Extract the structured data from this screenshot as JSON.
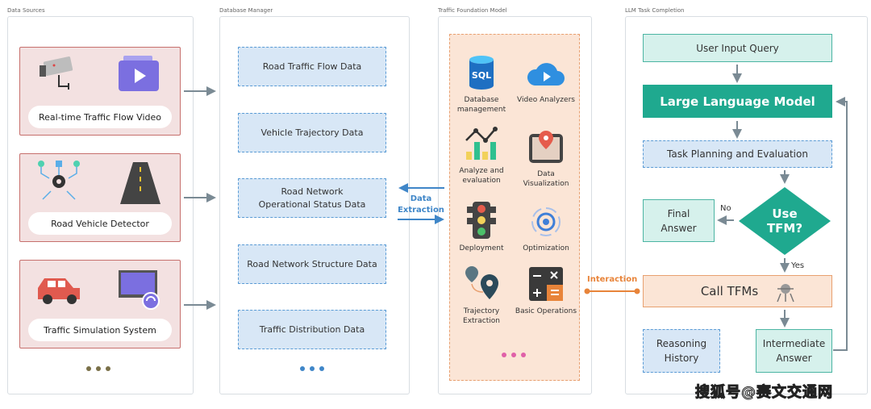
{
  "panels": {
    "data_sources": "Data Sources",
    "database_manager": "Database Manager",
    "traffic_foundation_model": "Traffic Foundation Model",
    "llm_task_completion": "LLM Task Completion"
  },
  "sources": [
    {
      "label": "Real-time Traffic Flow Video",
      "icons": [
        "cctv-camera-icon",
        "video-play-icon"
      ]
    },
    {
      "label": "Road Vehicle Detector",
      "icons": [
        "gear-network-icon",
        "road-icon"
      ]
    },
    {
      "label": "Traffic Simulation System",
      "icons": [
        "car-icon",
        "monitor-sync-icon"
      ]
    }
  ],
  "database": [
    "Road Traffic Flow Data",
    "Vehicle Trajectory Data",
    "Road Network Operational Status Data",
    "Road Network Structure Data",
    "Traffic Distribution Data"
  ],
  "data_extraction": "Data Extraction",
  "interaction": "Interaction",
  "tools": [
    {
      "label": "Database management",
      "icon": "sql-database-icon"
    },
    {
      "label": "Video Analyzers",
      "icon": "cloud-video-icon"
    },
    {
      "label": "Analyze and evaluation",
      "icon": "chart-icon"
    },
    {
      "label": "Data Visualization",
      "icon": "map-pin-icon"
    },
    {
      "label": "Deployment",
      "icon": "traffic-light-icon"
    },
    {
      "label": "Optimization",
      "icon": "target-icon"
    },
    {
      "label": "Trajectory Extraction",
      "icon": "location-pins-icon"
    },
    {
      "label": "Basic Operations",
      "icon": "calculator-icon"
    }
  ],
  "llm": {
    "user_input": "User Input Query",
    "llm": "Large Language Model",
    "task_planning": "Task Planning and Evaluation",
    "decision": "Use TFM?",
    "no": "No",
    "yes": "Yes",
    "final_answer": "Final Answer",
    "call_tfms": "Call TFMs",
    "reasoning_history": "Reasoning History",
    "intermediate_answer": "Intermediate Answer"
  },
  "watermark": "搜狐号@赛文交通网",
  "colors": {
    "teal": "#1fa98f",
    "source_border": "#c7706d",
    "db_blue": "#5a9bd5",
    "tfm_orange": "#e8843a"
  }
}
